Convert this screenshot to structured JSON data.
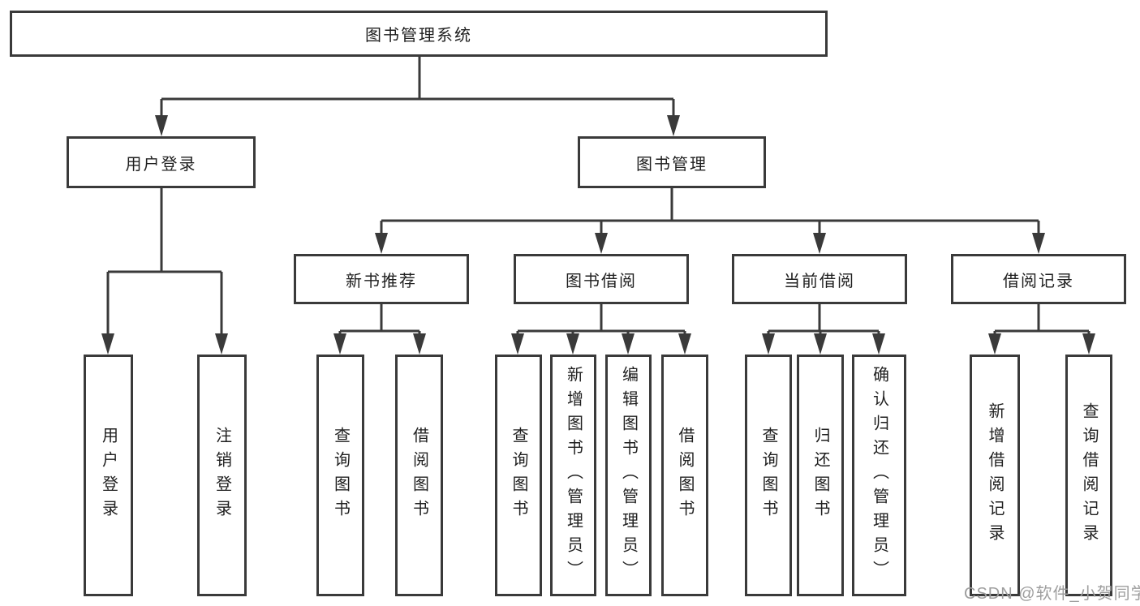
{
  "diagram": {
    "title_node": {
      "label": "图书管理系统"
    },
    "level2": [
      {
        "label": "用户登录"
      },
      {
        "label": "图书管理"
      }
    ],
    "level3": [
      {
        "label": "新书推荐",
        "parent": "图书管理"
      },
      {
        "label": "图书借阅",
        "parent": "图书管理"
      },
      {
        "label": "当前借阅",
        "parent": "图书管理"
      },
      {
        "label": "借阅记录",
        "parent": "图书管理"
      }
    ],
    "leaves": [
      {
        "label": "用户登录",
        "parent": "用户登录"
      },
      {
        "label": "注销登录",
        "parent": "用户登录"
      },
      {
        "label": "查询图书",
        "parent": "新书推荐"
      },
      {
        "label": "借阅图书",
        "parent": "新书推荐"
      },
      {
        "label": "查询图书",
        "parent": "图书借阅"
      },
      {
        "label": "新增图书（管理员）",
        "parent": "图书借阅"
      },
      {
        "label": "编辑图书（管理员）",
        "parent": "图书借阅"
      },
      {
        "label": "借阅图书",
        "parent": "图书借阅"
      },
      {
        "label": "查询图书",
        "parent": "当前借阅"
      },
      {
        "label": "归还图书",
        "parent": "当前借阅"
      },
      {
        "label": "确认归还（管理员）",
        "parent": "当前借阅"
      },
      {
        "label": "新增借阅记录",
        "parent": "借阅记录"
      },
      {
        "label": "查询借阅记录",
        "parent": "借阅记录"
      }
    ],
    "colors": {
      "line": "#3a3a3a",
      "text": "#1f1f1f",
      "background": "#ffffff"
    }
  },
  "watermark": {
    "text": "CSDN @软件_小贺同学",
    "color": "#9e9e9e"
  }
}
